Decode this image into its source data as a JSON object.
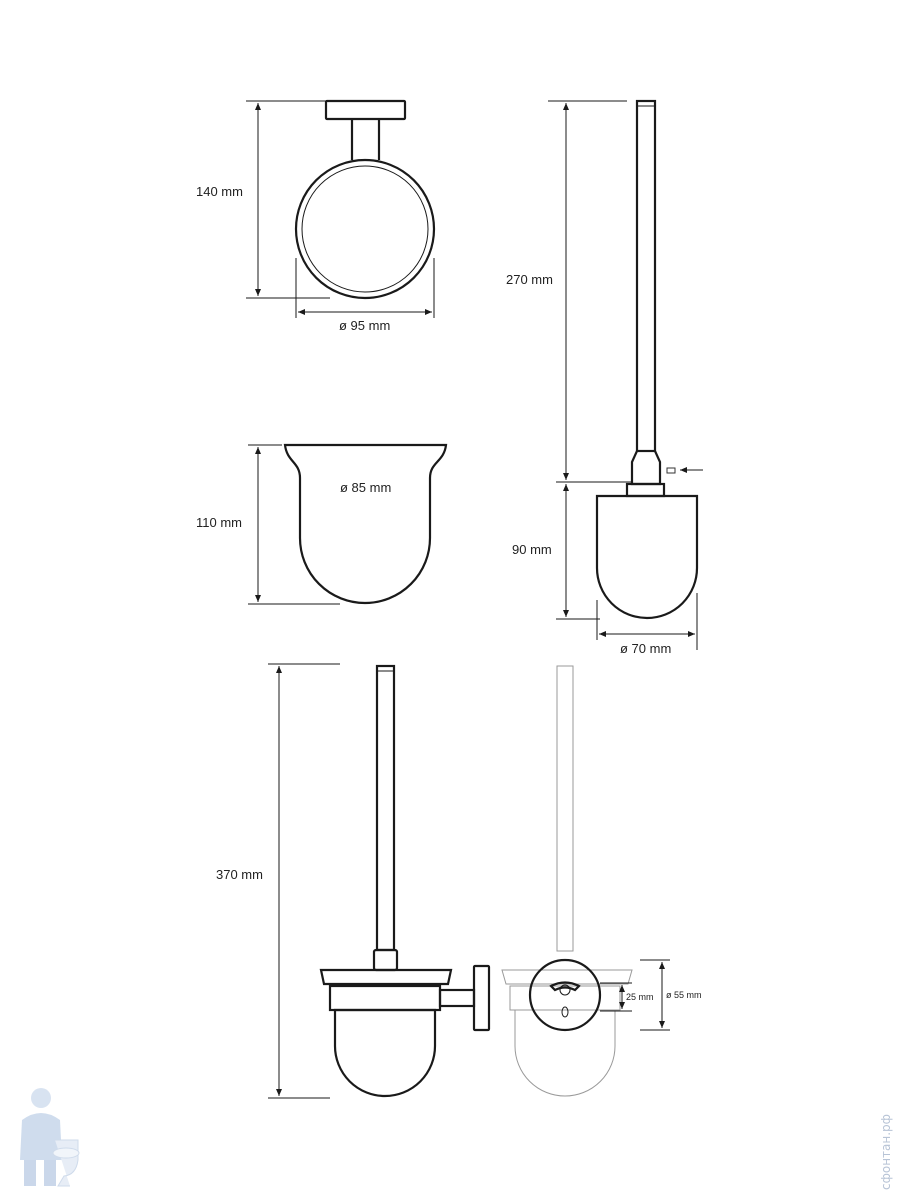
{
  "dimensions": {
    "holder_height": "140 mm",
    "holder_diameter": "ø 95 mm",
    "handle_length": "270 mm",
    "head_height": "90 mm",
    "head_diameter": "ø 70 mm",
    "bowl_height": "110 mm",
    "bowl_diameter": "ø 85 mm",
    "total_height": "370 mm",
    "mount_height": "25 mm",
    "rosette_diameter": "ø 55 mm"
  },
  "watermark": {
    "site": "сфонтан.рф",
    "logo_icon": "plumber-logo-icon"
  }
}
